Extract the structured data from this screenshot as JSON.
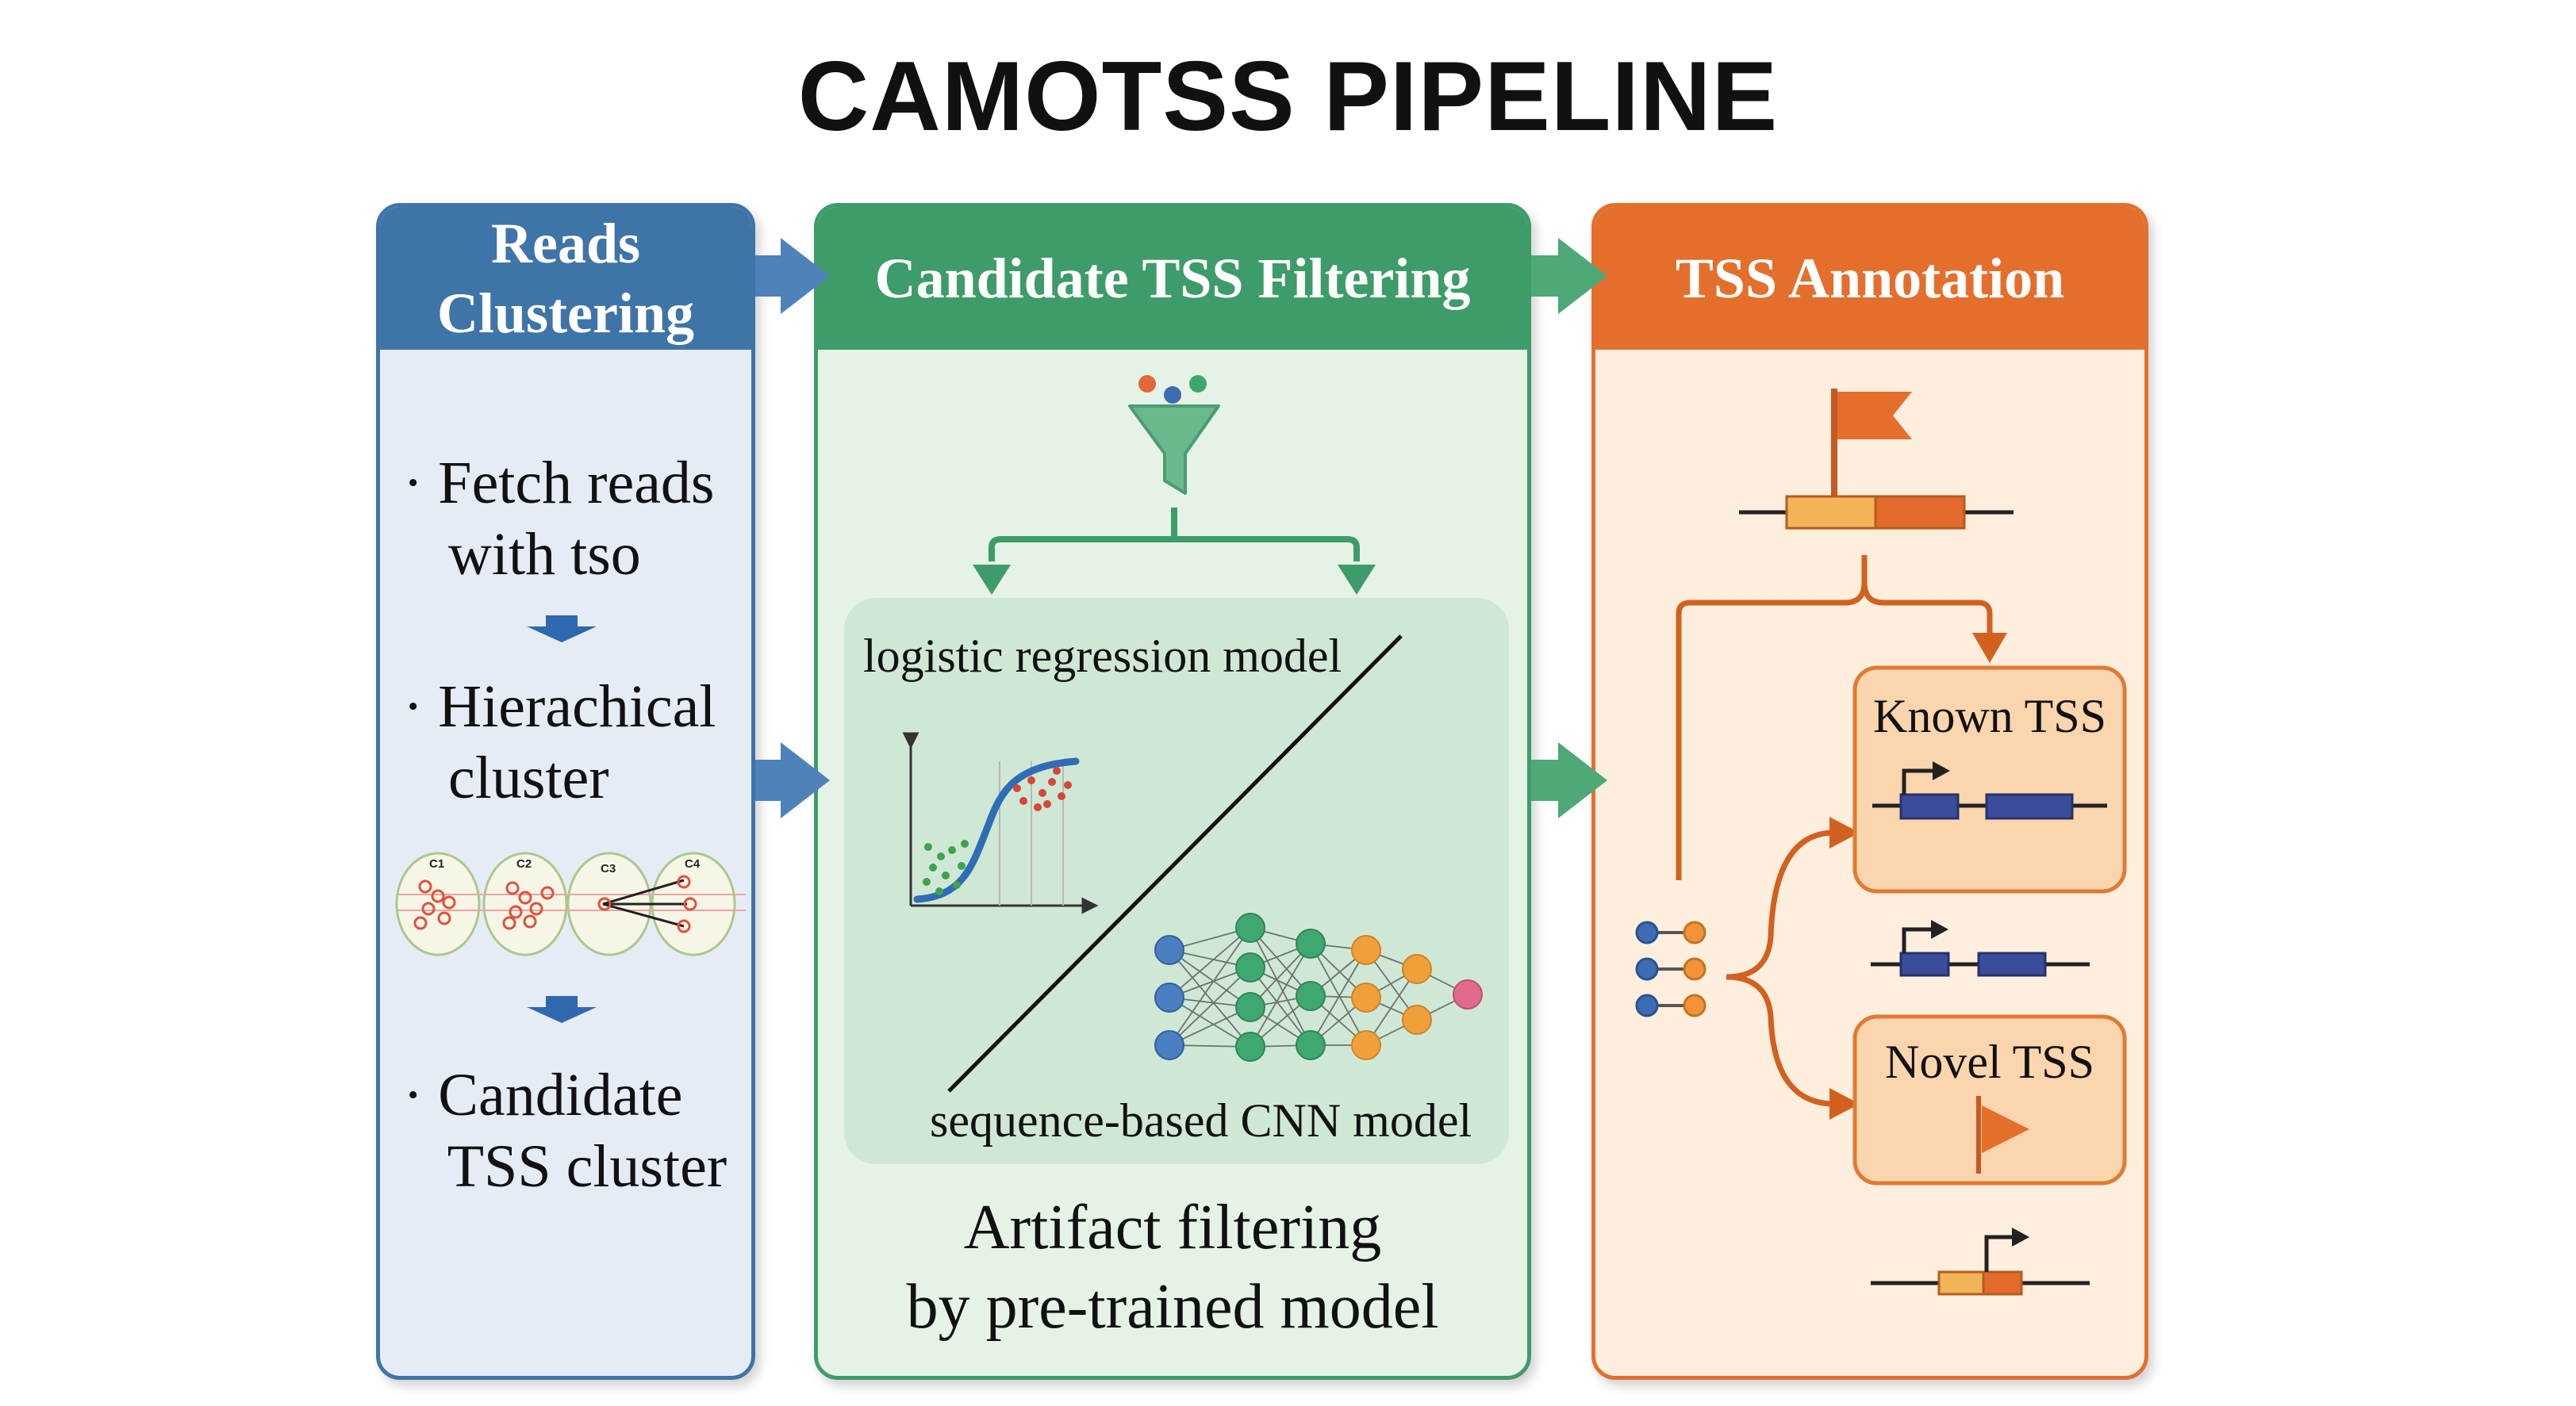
{
  "title": "CAMOTSS PIPELINE",
  "panels": {
    "reads_clustering": {
      "title": "Reads\nClustering",
      "steps": [
        "· Fetch reads\n   with tso",
        "· Hierachical\n   cluster",
        "· Candidate\n   TSS cluster"
      ],
      "cluster_labels": [
        "C1",
        "C2",
        "C3",
        "C4"
      ]
    },
    "candidate_filtering": {
      "title": "Candidate TSS Filtering",
      "model_a": "logistic regression model",
      "model_b": "sequence-based CNN model",
      "caption": "Artifact filtering\nby pre-trained model"
    },
    "tss_annotation": {
      "title": "TSS Annotation",
      "known": "Known TSS",
      "novel": "Novel TSS"
    }
  },
  "colors": {
    "blue": "#3f74a8",
    "green": "#3e9c6a",
    "orange": "#e46f2d",
    "blue_bg": "#e6ecf6",
    "green_bg": "#e5f3e6",
    "orange_bg": "#fdeedd",
    "gene_blue": "#3b4c9a",
    "dot_red": "#d6453b",
    "dot_green": "#3fa34d",
    "node_blue": "#4a7fc1",
    "node_green": "#3fa870",
    "node_orange": "#f0a03a",
    "node_pink": "#e06a8c"
  },
  "icons": [
    "funnel-icon",
    "flag-icon",
    "promoter-arrow-icon",
    "neural-network-icon",
    "sigmoid-plot-icon",
    "read-cluster-icon"
  ]
}
